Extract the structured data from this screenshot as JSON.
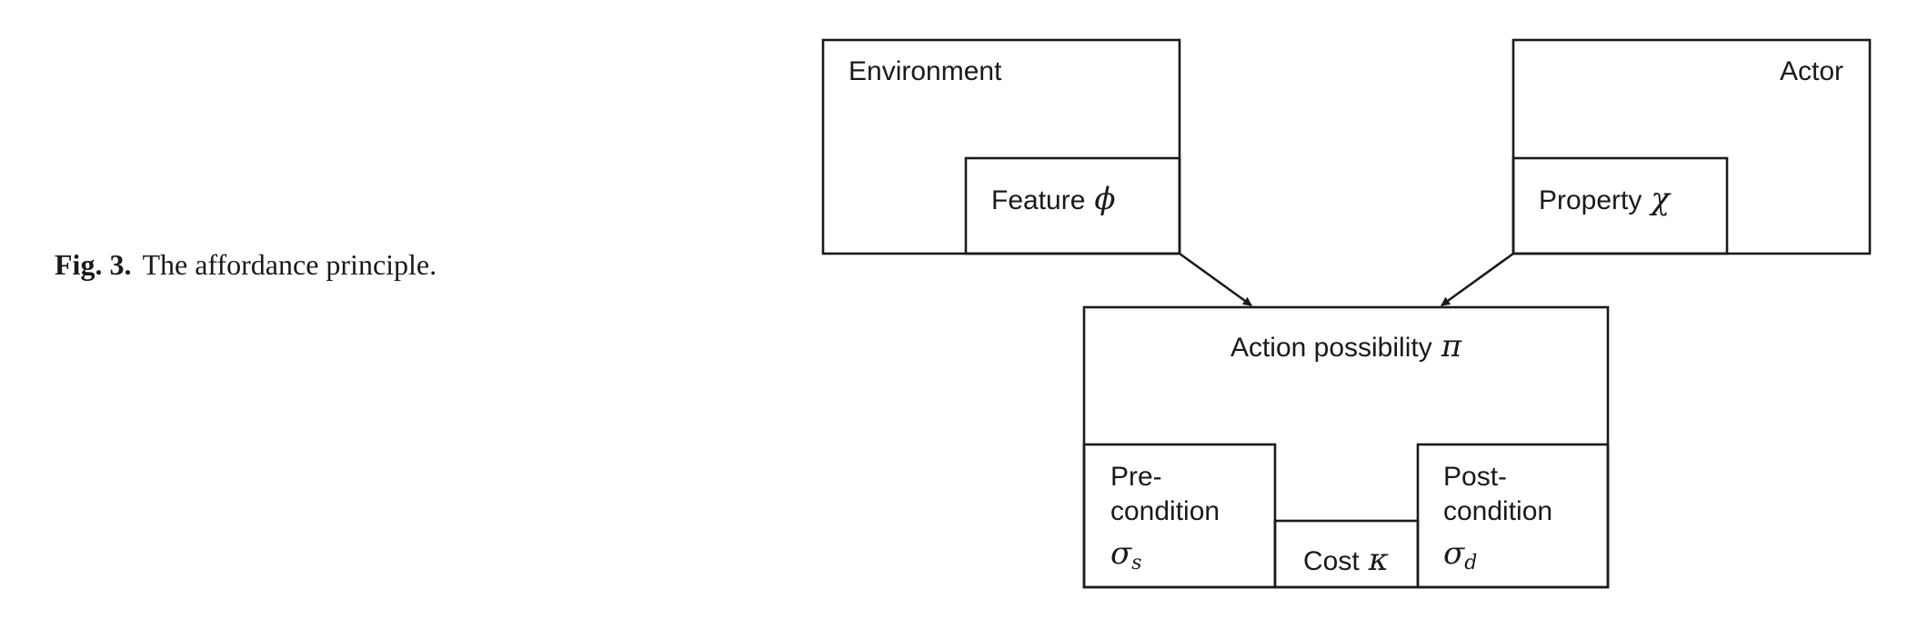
{
  "caption": {
    "label": "Fig. 3.",
    "text": "The affordance principle."
  },
  "diagram": {
    "environment": {
      "label": "Environment",
      "feature": {
        "label": "Feature",
        "symbol": "ϕ"
      }
    },
    "actor": {
      "label": "Actor",
      "property": {
        "label": "Property",
        "symbol": "χ"
      }
    },
    "action_possibility": {
      "label": "Action possibility",
      "symbol": "π",
      "precondition": {
        "line1": "Pre-",
        "line2": "condition",
        "symbol": "σ",
        "subscript": "s"
      },
      "cost": {
        "label": "Cost",
        "symbol": "κ"
      },
      "postcondition": {
        "line1": "Post-",
        "line2": "condition",
        "symbol": "σ",
        "subscript": "d"
      }
    }
  }
}
